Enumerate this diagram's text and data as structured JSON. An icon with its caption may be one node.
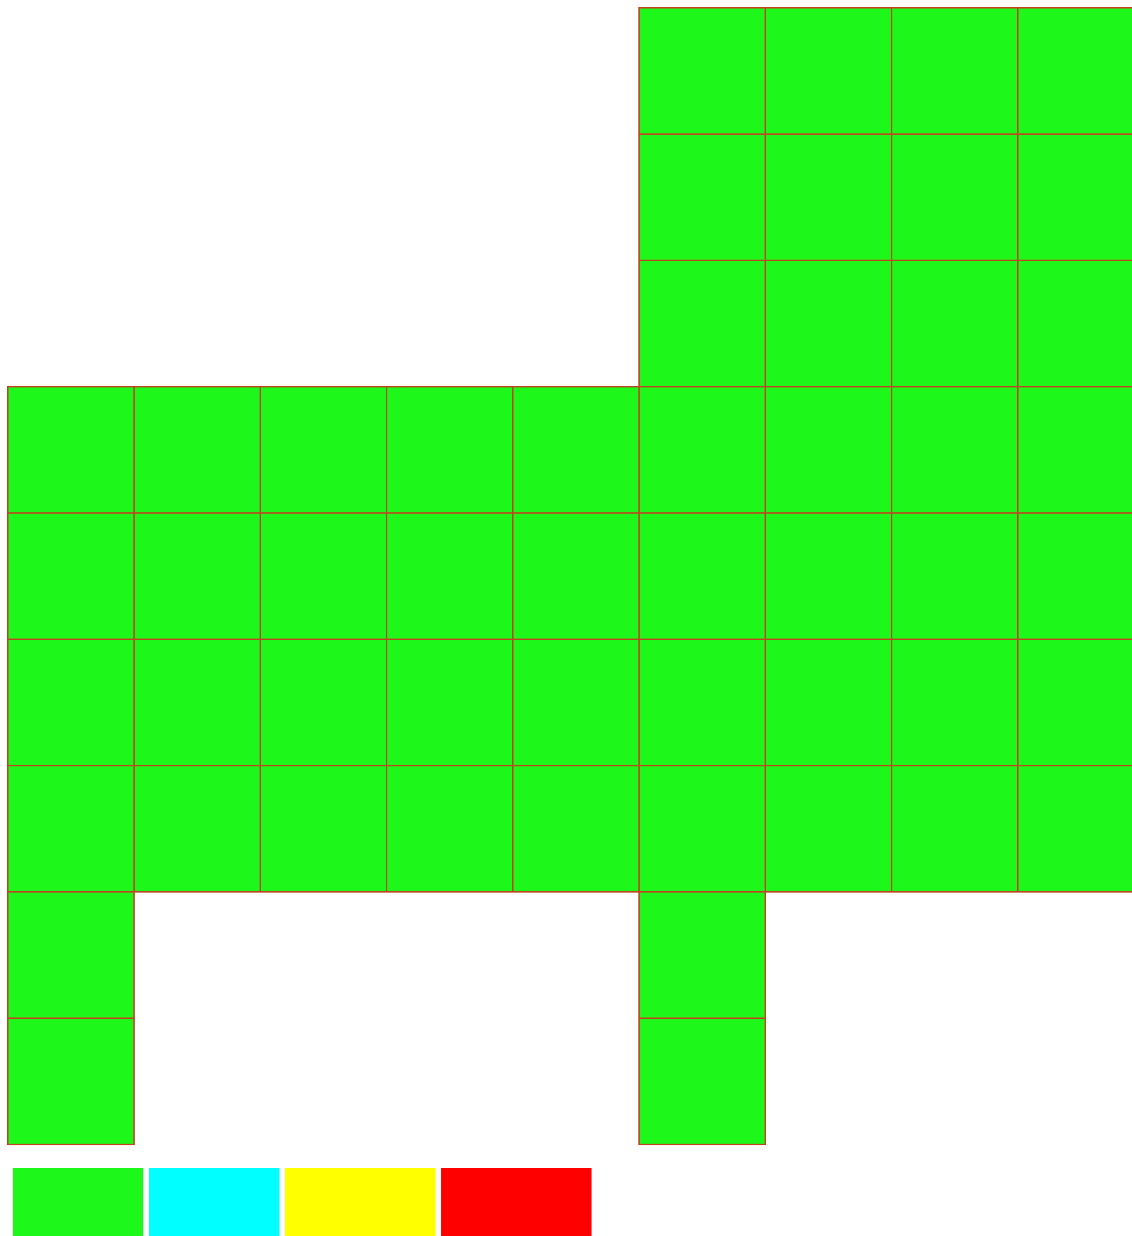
{
  "diagram": {
    "nodes": [
      {
        "text": [],
        "shape": "box"
      },
      {
        "text": [],
        "shape": "box"
      },
      {
        "text": [],
        "shape": "box"
      },
      {
        "text": [],
        "shape": "box"
      },
      {
        "text": [],
        "shape": "box"
      },
      {
        "text": [],
        "shape": "box"
      },
      {
        "text": [],
        "shape": "box"
      },
      {
        "text": [],
        "shape": "box"
      },
      {
        "text": [],
        "shape": "box"
      },
      {
        "text": [],
        "shape": "box"
      },
      {
        "text": [],
        "shape": "box"
      },
      {
        "text": [],
        "shape": "box"
      },
      {
        "text": [],
        "shape": "box"
      },
      {
        "text": [],
        "shape": "box"
      },
      {
        "text": [],
        "shape": "box"
      },
      {
        "text": [],
        "shape": "box"
      },
      {
        "text": [],
        "shape": "box"
      },
      {
        "text": [],
        "shape": "box"
      },
      {
        "text": [],
        "shape": "box"
      },
      {
        "text": [],
        "shape": "box"
      },
      {
        "text": [],
        "shape": "box"
      },
      {
        "text": [],
        "shape": "box"
      },
      {
        "text": [],
        "shape": "box"
      },
      {
        "text": [],
        "shape": "box"
      },
      {
        "text": [],
        "shape": "box"
      },
      {
        "text": [],
        "shape": "box"
      },
      {
        "text": [],
        "shape": "box"
      },
      {
        "text": [],
        "shape": "box"
      },
      {
        "text": [],
        "shape": "box"
      },
      {
        "text": [],
        "shape": "box"
      },
      {
        "text": [],
        "shape": "box"
      },
      {
        "text": [],
        "shape": "box"
      },
      {
        "text": [],
        "shape": "box"
      },
      {
        "text": [],
        "shape": "box"
      },
      {
        "text": [],
        "shape": "box"
      },
      {
        "text": [],
        "shape": "box"
      },
      {
        "text": [],
        "shape": "box"
      },
      {
        "text": [],
        "shape": "box"
      },
      {
        "text": [],
        "shape": "box"
      },
      {
        "text": [],
        "shape": "box"
      },
      {
        "text": [],
        "shape": "box"
      },
      {
        "text": [],
        "shape": "box"
      },
      {
        "text": [],
        "shape": "box"
      },
      {
        "text": [],
        "shape": "box"
      },
      {
        "text": [],
        "shape": "box"
      },
      {
        "text": [],
        "shape": "box"
      },
      {
        "text": [],
        "shape": "box"
      },
      {
        "text": [],
        "shape": "box"
      },
      {
        "text": [],
        "shape": "box"
      },
      {
        "text": [],
        "shape": "box"
      },
      {
        "text": [],
        "shape": "box"
      },
      {
        "text": [],
        "shape": "box"
      },
      {
        "text": [],
        "shape": "box"
      },
      {
        "text": [],
        "shape": "box"
      },
      {
        "text": [],
        "shape": "box"
      },
      {
        "text": [],
        "shape": "box"
      }
    ]
  }
}
